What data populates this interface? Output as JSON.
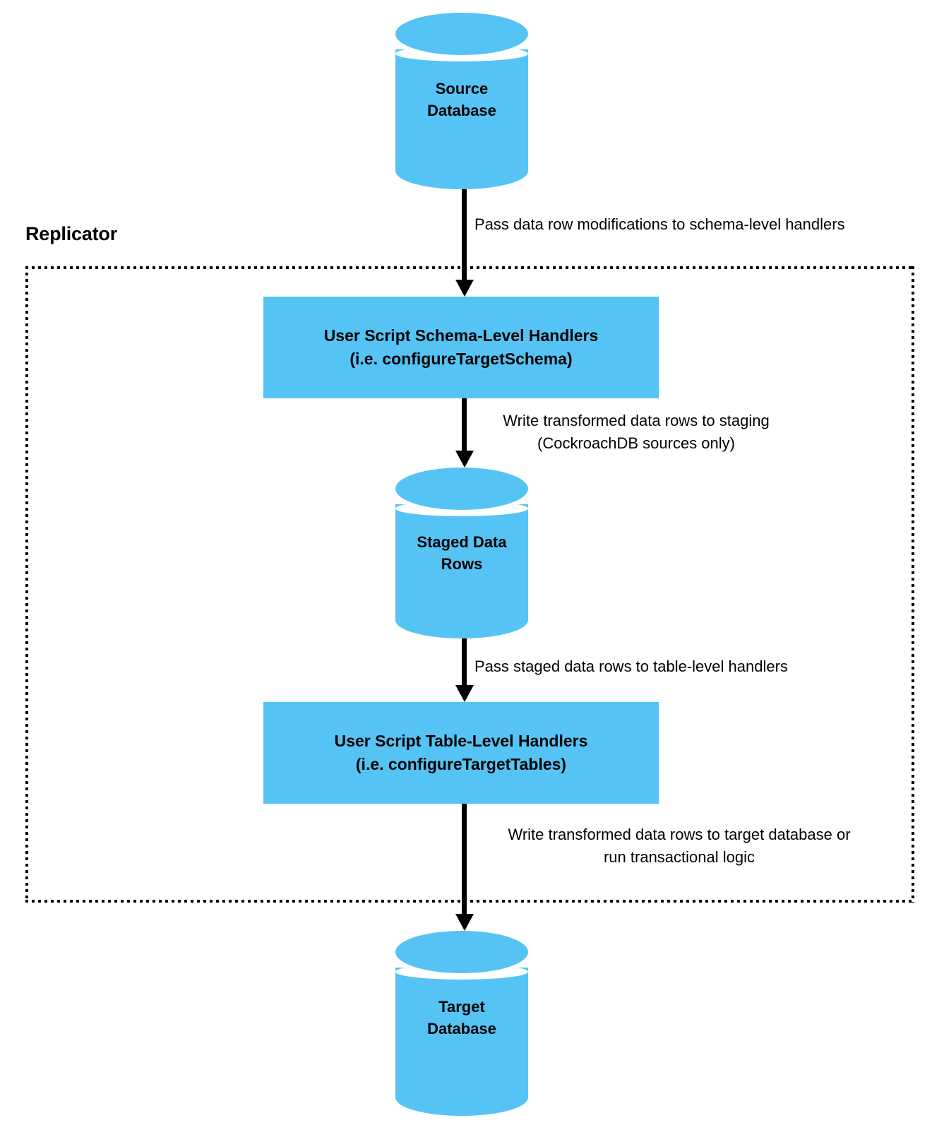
{
  "diagram": {
    "title": "Replicator data flow",
    "accent_color": "#55c4f5",
    "line_color": "#000000",
    "background_color": "#ffffff",
    "boundary_label": "Replicator"
  },
  "nodes": {
    "source_database": {
      "label": "Source\nDatabase",
      "shape": "cylinder"
    },
    "schema_handlers": {
      "label": "User Script Schema-Level Handlers\n(i.e. configureTargetSchema)",
      "shape": "rectangle"
    },
    "staged_rows": {
      "label": "Staged Data\nRows",
      "shape": "cylinder"
    },
    "table_handlers": {
      "label": "User Script Table-Level Handlers\n(i.e. configureTargetTables)",
      "shape": "rectangle"
    },
    "target_database": {
      "label": "Target\nDatabase",
      "shape": "cylinder"
    }
  },
  "edges": [
    {
      "id": "source-to-schema-handlers",
      "label": "Pass data row modifications to schema-level handlers",
      "from": "source_database",
      "to": "schema_handlers"
    },
    {
      "id": "schema-handlers-to-staging",
      "label": "Write transformed data rows to staging\n(CockroachDB sources only)",
      "from": "schema_handlers",
      "to": "staged_rows"
    },
    {
      "id": "staging-to-table-handlers",
      "label": "Pass staged data rows to table-level handlers",
      "from": "staged_rows",
      "to": "table_handlers"
    },
    {
      "id": "table-handlers-to-target",
      "label": "Write transformed data rows to target database or\nrun transactional logic",
      "from": "table_handlers",
      "to": "target_database"
    }
  ]
}
